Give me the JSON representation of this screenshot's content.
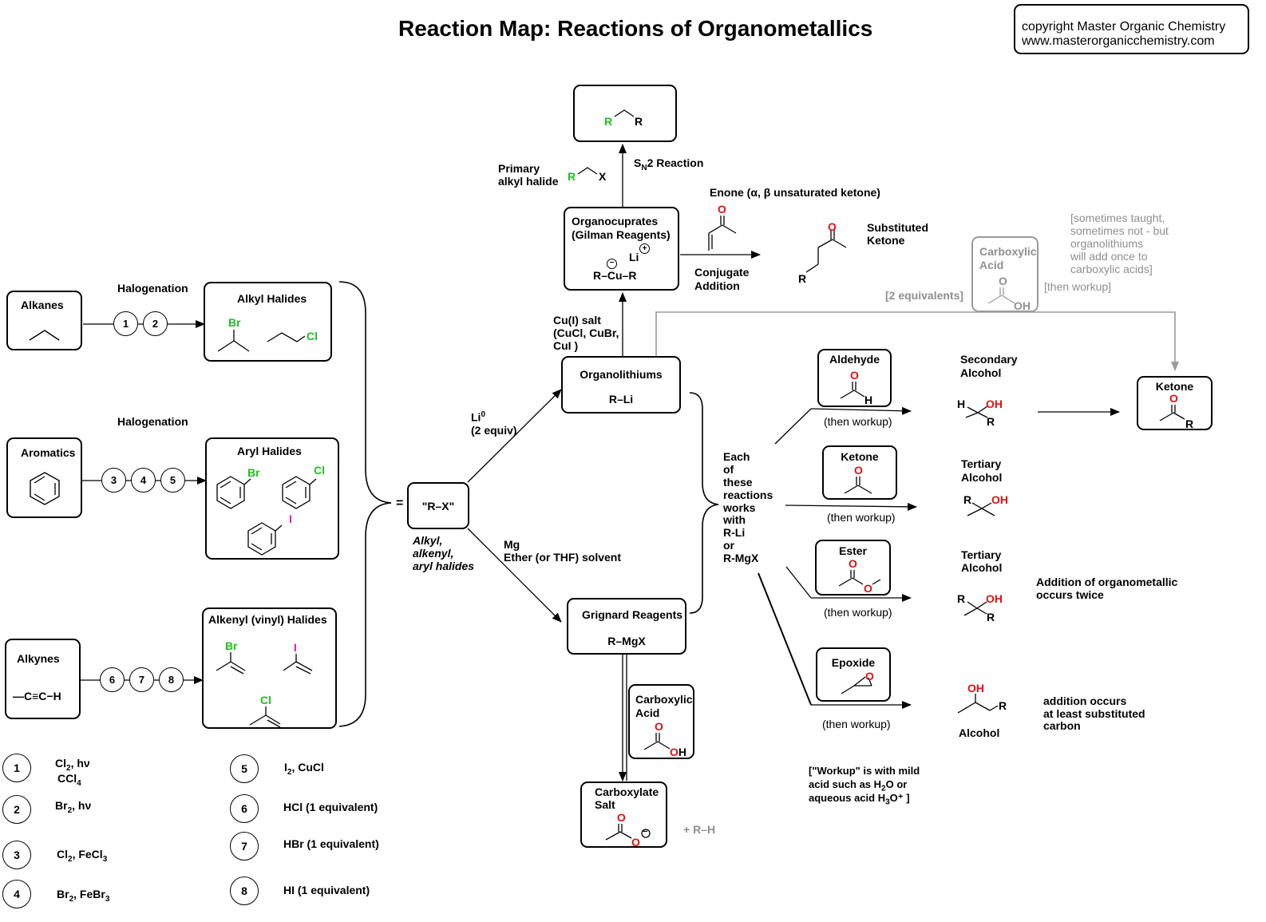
{
  "title": "Reaction Map: Reactions of Organometallics",
  "copyright": {
    "line1": "copyright Master Organic Chemistry",
    "line2": "www.masterorganicchemistry.com"
  },
  "start": {
    "alkanes": "Alkanes",
    "aromatics": "Aromatics",
    "alkynes": "Alkynes",
    "alkyne_formula": "—C≡C−H"
  },
  "halogenation_1": "Halogenation",
  "halogenation_2": "Halogenation",
  "halides": {
    "alkyl": "Alkyl Halides",
    "aryl": "Aryl Halides",
    "alkenyl": "Alkenyl (vinyl) Halides"
  },
  "atoms": {
    "br": "Br",
    "cl": "Cl",
    "i": "I",
    "o": "O",
    "h": "H",
    "r": "R",
    "x": "X",
    "oh": "OH"
  },
  "steps": [
    "1",
    "2",
    "3",
    "4",
    "5",
    "6",
    "7",
    "8"
  ],
  "rx": {
    "eq": "=",
    "label": "\"R–X\"",
    "desc1": "Alkyl,",
    "desc2": "alkenyl,",
    "desc3": "aryl halides"
  },
  "li_cond": {
    "line1": "Li",
    "sup": "0",
    "line2": "(2 equiv)"
  },
  "mg_cond": {
    "line1": "Mg",
    "line2": "Ether (or THF) solvent"
  },
  "organolithiums": {
    "title": "Organolithiums",
    "formula": "R–Li"
  },
  "grignard": {
    "title": "Grignard Reagents",
    "formula": "R–MgX"
  },
  "cu_cond": {
    "line1": "Cu(I) salt",
    "line2": "(CuCl, CuBr,",
    "line3": "CuI )"
  },
  "cuprates": {
    "title1": "Organocuprates",
    "title2": "(Gilman Reagents)",
    "li": "Li",
    "formula": "R–Cu–R",
    "plus": "+",
    "minus": "−"
  },
  "sn2": {
    "s": "S",
    "sub": "N",
    "rest": "2 Reaction"
  },
  "primary": {
    "line1": "Primary",
    "line2": "alkyl halide"
  },
  "enone": {
    "label": "Enone (α, β unsaturated ketone)"
  },
  "conjugate": {
    "line1": "Conjugate",
    "line2": "Addition"
  },
  "substituted_ketone": {
    "line1": "Substituted",
    "line2": "Ketone"
  },
  "grey_note": {
    "line1": "[sometimes taught,",
    "line2": "sometimes not - but",
    "line3": "organolithiums",
    "line4": "will add once to",
    "line5": "carboxylic acids]",
    "equiv": "[2 equivalents]",
    "workup": "[then workup]",
    "acid1": "Carboxylic",
    "acid2": "Acid"
  },
  "each": {
    "l1": "Each",
    "l2": "of",
    "l3": "these",
    "l4": "reactions",
    "l5": "works",
    "l6": "with",
    "l7": "R-Li",
    "l8": "or",
    "l9": "R-MgX"
  },
  "electrophiles": {
    "aldehyde": "Aldehyde",
    "ketone": "Ketone",
    "ester": "Ester",
    "epoxide": "Epoxide",
    "workup": "(then workup)"
  },
  "products": {
    "secondary": {
      "l1": "Secondary",
      "l2": "Alcohol"
    },
    "tertiary1": {
      "l1": "Tertiary",
      "l2": "Alcohol"
    },
    "tertiary2": {
      "l1": "Tertiary",
      "l2": "Alcohol"
    },
    "alcohol": "Alcohol",
    "ketone_box": "Ketone"
  },
  "notes": {
    "twice1": "Addition of organometallic",
    "twice2": "occurs twice",
    "least1": "addition occurs",
    "least2": "at least substituted",
    "least3": "carbon"
  },
  "workup_note": {
    "l1": "[\"Workup\" is with mild",
    "l2a": "acid such as H",
    "l2sub": "2",
    "l2b": "O or",
    "l3a": "aqueous acid H",
    "l3sub": "3",
    "l3b": "O⁺ ]"
  },
  "carboxylic": {
    "l1": "Carboxylic",
    "l2": "Acid"
  },
  "carboxylate": {
    "l1": "Carboxylate",
    "l2": "Salt",
    "plus_rh": "+ R–H"
  },
  "legend": {
    "c1a": "Cl",
    "c1b": ", hν",
    "c1c": "CCl",
    "c2a": "Br",
    "c2b": ", hν",
    "c3a": "Cl",
    "c3b": ", FeCl",
    "c4a": "Br",
    "c4b": ", FeBr",
    "c5a": "I",
    "c5b": ", CuCl",
    "c6": "HCl (1 equivalent)",
    "c7": "HBr (1 equivalent)",
    "c8": "HI (1 equivalent)",
    "sub2": "2",
    "sub3": "3",
    "sub4": "4"
  },
  "colors": {
    "halogen_green": "#1fbf1f",
    "oxygen_red": "#e01010",
    "iodine_pink": "#e020c8",
    "grey": "#8f8f8f"
  }
}
